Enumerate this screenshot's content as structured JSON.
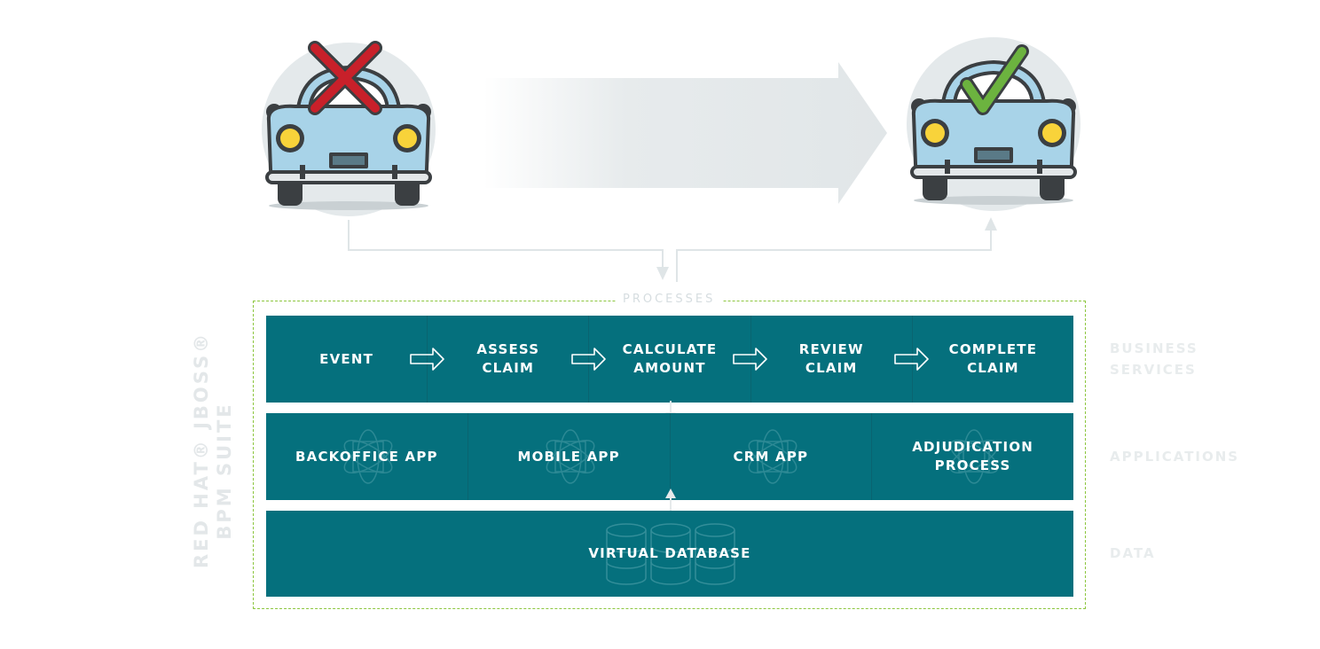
{
  "processes_label": "PROCESSES",
  "suite_label_line1": "RED HAT® JBOSS®",
  "suite_label_line2": "BPM SUITE",
  "layers": {
    "business_services": {
      "side_label_line1": "BUSINESS",
      "side_label_line2": "SERVICES",
      "steps": [
        {
          "line1": "EVENT",
          "line2": ""
        },
        {
          "line1": "ASSESS",
          "line2": "CLAIM"
        },
        {
          "line1": "CALCULATE",
          "line2": "AMOUNT"
        },
        {
          "line1": "REVIEW",
          "line2": "CLAIM"
        },
        {
          "line1": "COMPLETE",
          "line2": "CLAIM"
        }
      ]
    },
    "applications": {
      "side_label": "APPLICATIONS",
      "apps": [
        {
          "line1": "BACKOFFICE APP",
          "line2": ""
        },
        {
          "line1": "MOBILE APP",
          "line2": ""
        },
        {
          "line1": "CRM APP",
          "line2": ""
        },
        {
          "line1": "ADJUDICATION",
          "line2": "PROCESS"
        }
      ]
    },
    "data": {
      "side_label": "DATA",
      "db_label": "VIRTUAL DATABASE"
    }
  },
  "icons": {
    "before_car": "car-rejected-icon",
    "after_car": "car-approved-icon",
    "progress_arrow": "big-arrow-icon",
    "step_arrow": "hollow-right-arrow-icon",
    "app_watermark": "jboss-logo-icon",
    "db_watermark": "database-cylinders-icon"
  },
  "colors": {
    "panel": "#05707d",
    "panel_divider": "#0a6470",
    "dashed_border": "#8dc63f",
    "faint_label": "#e6eaeb",
    "car_body": "#a8d3e8",
    "reject_x": "#c8202a",
    "approve_check": "#6cb33f"
  }
}
